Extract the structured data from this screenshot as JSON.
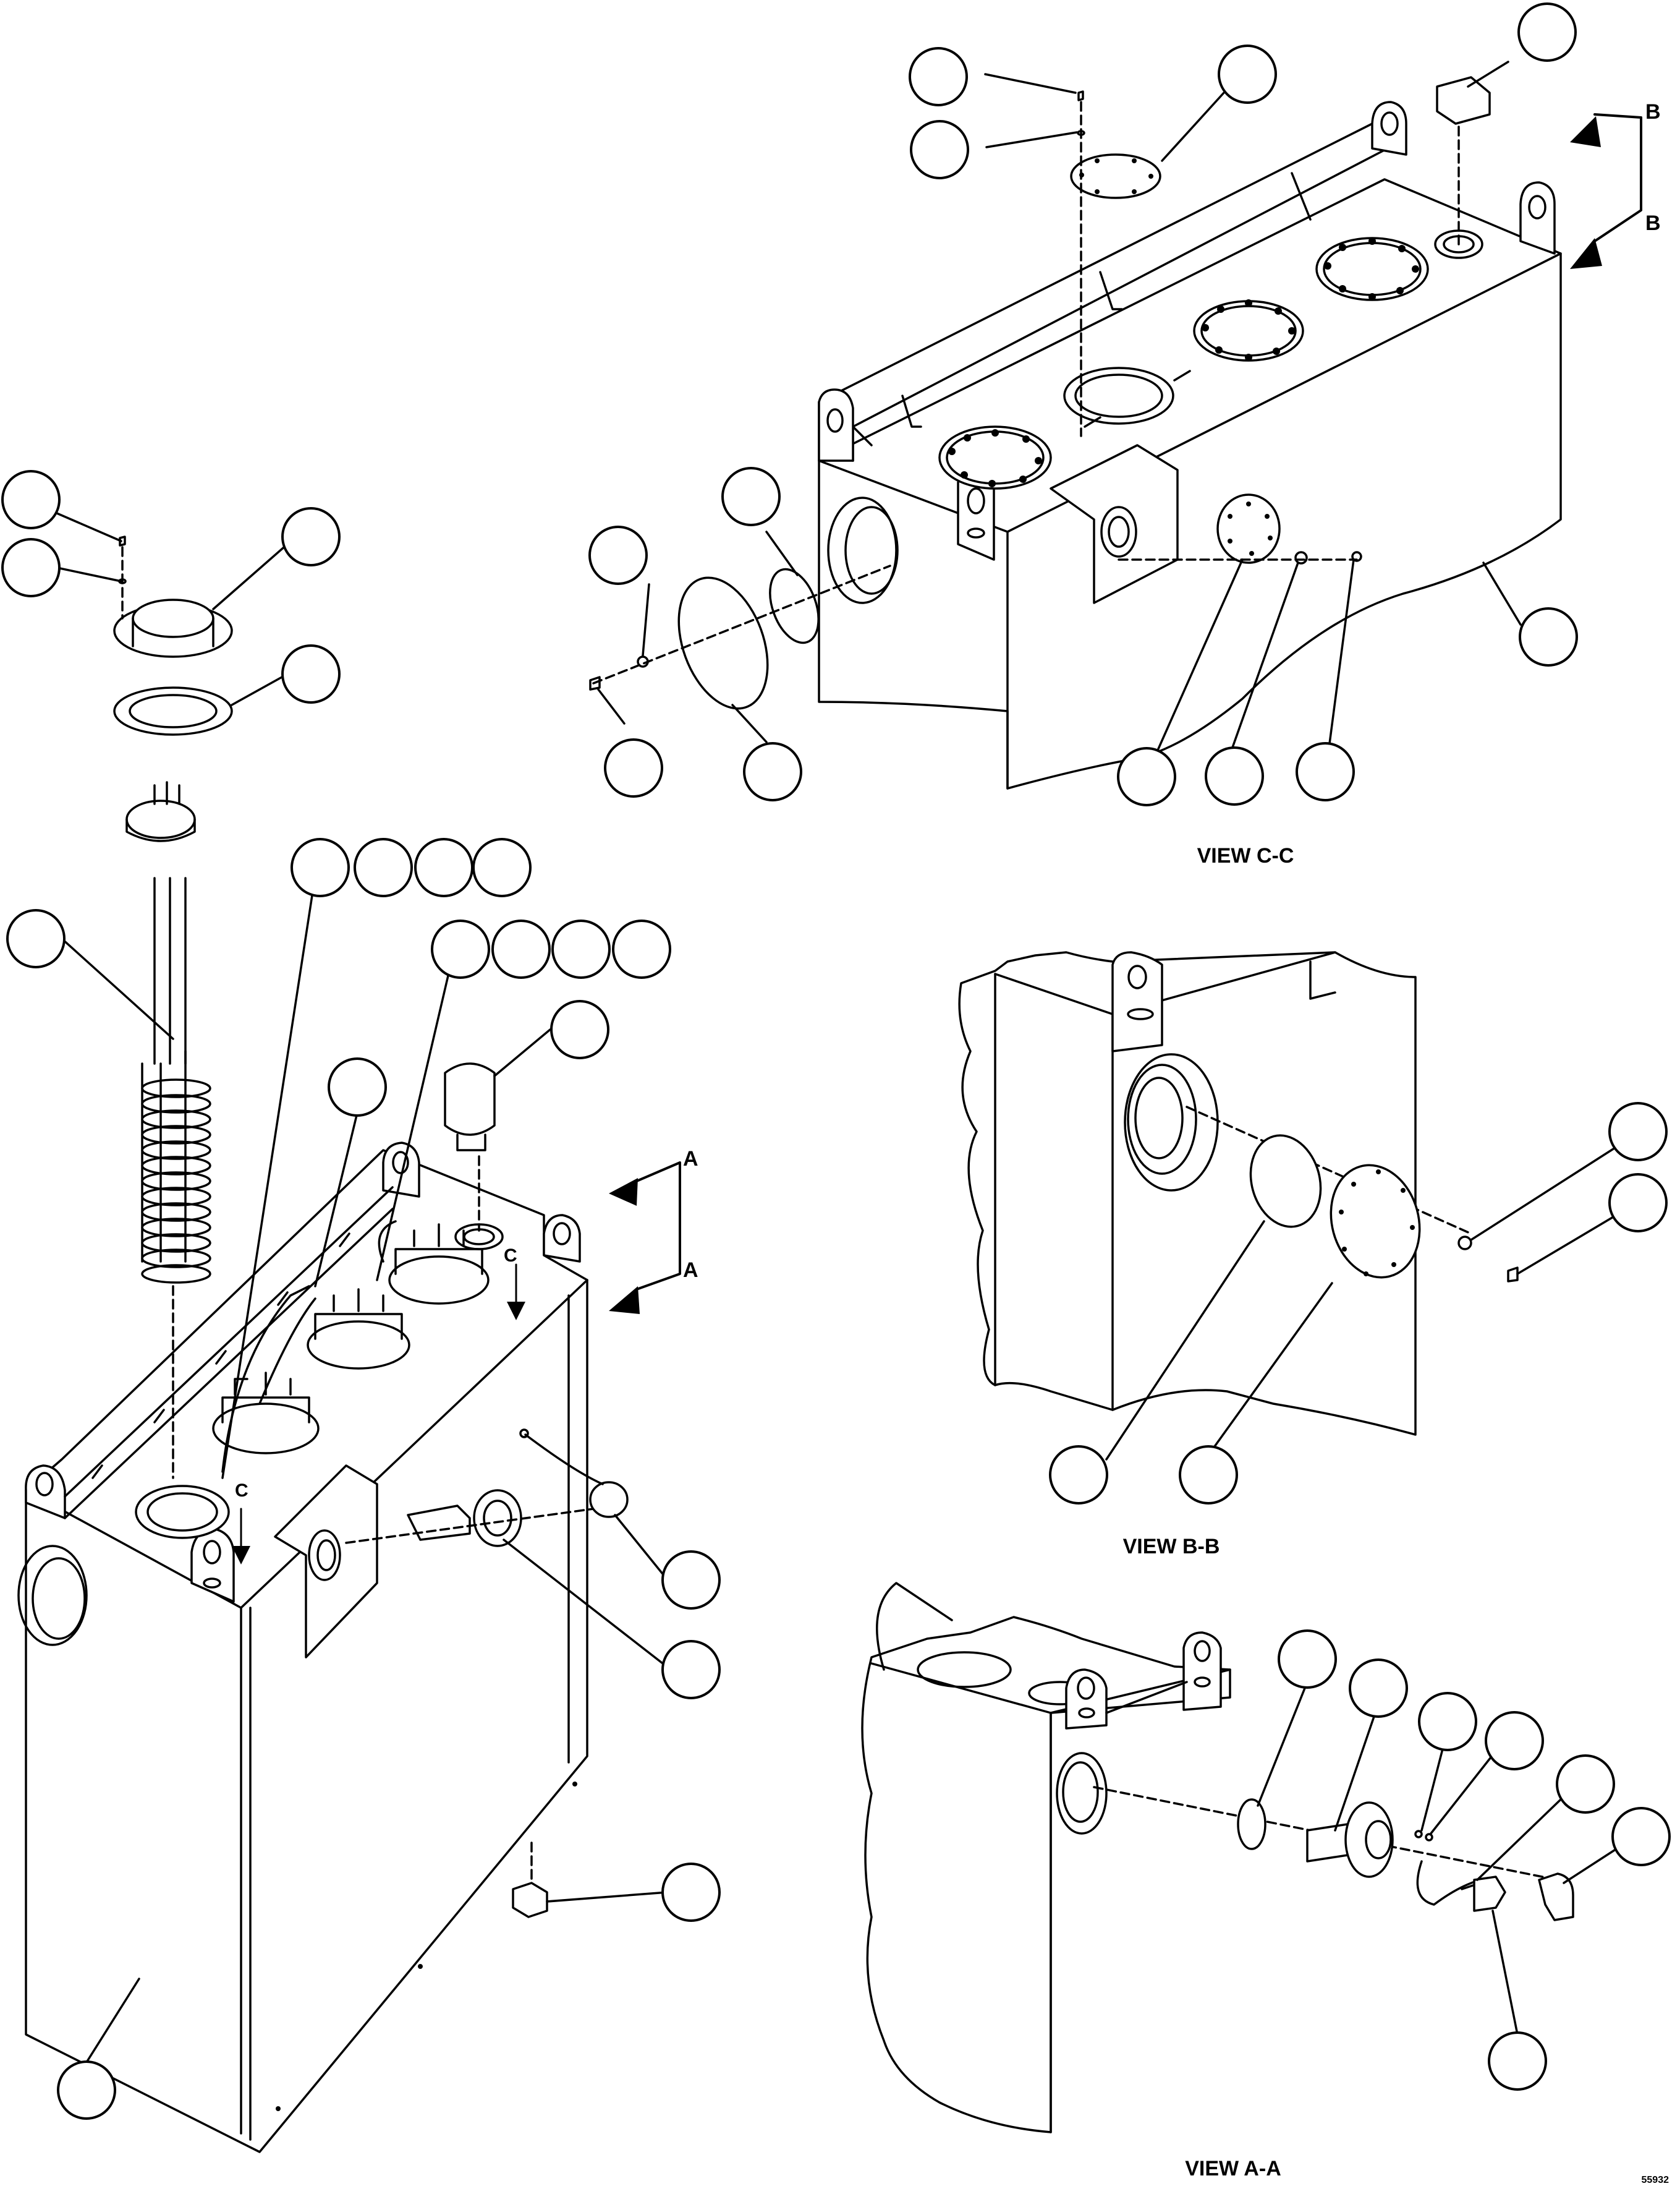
{
  "views": [
    {
      "id": "view-c-c",
      "title": "VIEW C-C"
    },
    {
      "id": "view-b-b",
      "title": "VIEW B-B"
    },
    {
      "id": "view-a-a",
      "title": "VIEW A-A"
    }
  ],
  "section_markers": {
    "b": "B",
    "a": "A",
    "c": "C"
  },
  "drawing_number": "55932"
}
